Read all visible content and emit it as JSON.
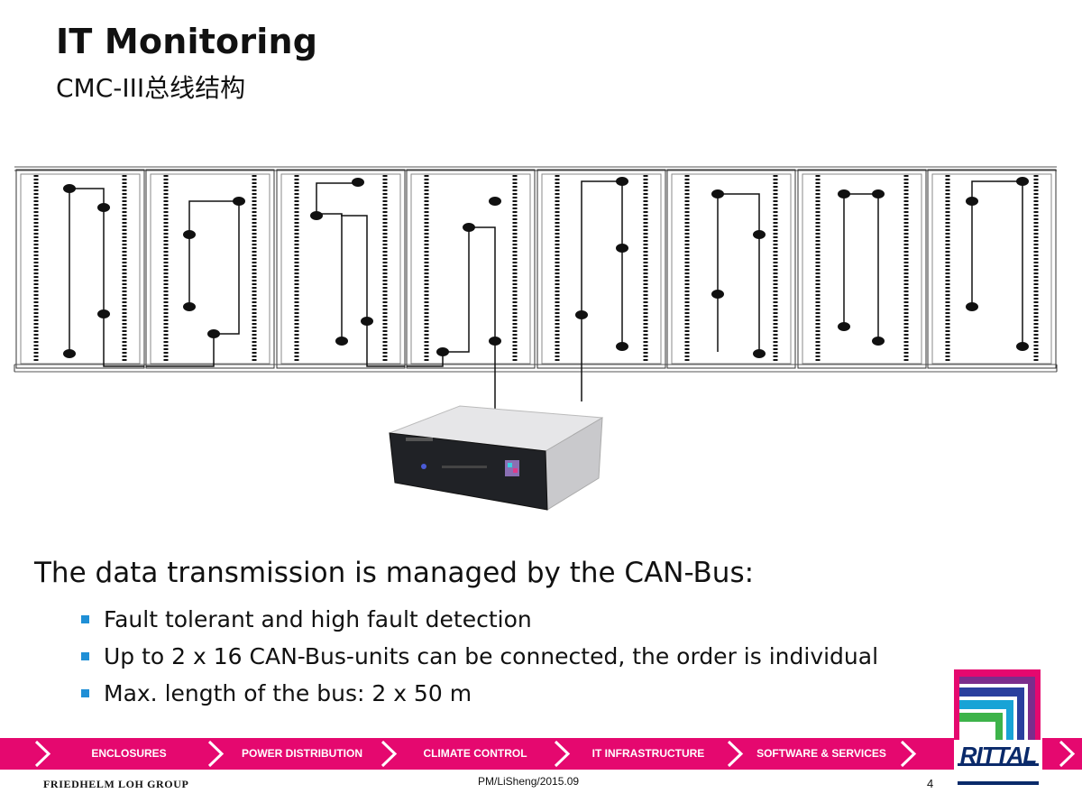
{
  "header": {
    "title": "IT Monitoring",
    "subtitle": "CMC-III总线结构"
  },
  "body": {
    "heading": "The data transmission is managed by the CAN-Bus:",
    "bullets": [
      "Fault tolerant and high fault detection",
      "Up to 2 x 16 CAN-Bus-units can be connected, the order is individual",
      "Max. length of the bus: 2 x 50 m"
    ]
  },
  "nav": {
    "items": [
      "ENCLOSURES",
      "POWER DISTRIBUTION",
      "CLIMATE CONTROL",
      "IT INFRASTRUCTURE",
      "SOFTWARE & SERVICES"
    ]
  },
  "footer": {
    "group": "FRIEDHELM LOH GROUP",
    "author": "PM/LiSheng/2015.09",
    "page": "4"
  },
  "logo": {
    "text": "RITTAL"
  },
  "colors": {
    "nav_bar": "#e5086f",
    "bullet": "#1f8fd6",
    "logo_blue": "#0a2a6a"
  }
}
